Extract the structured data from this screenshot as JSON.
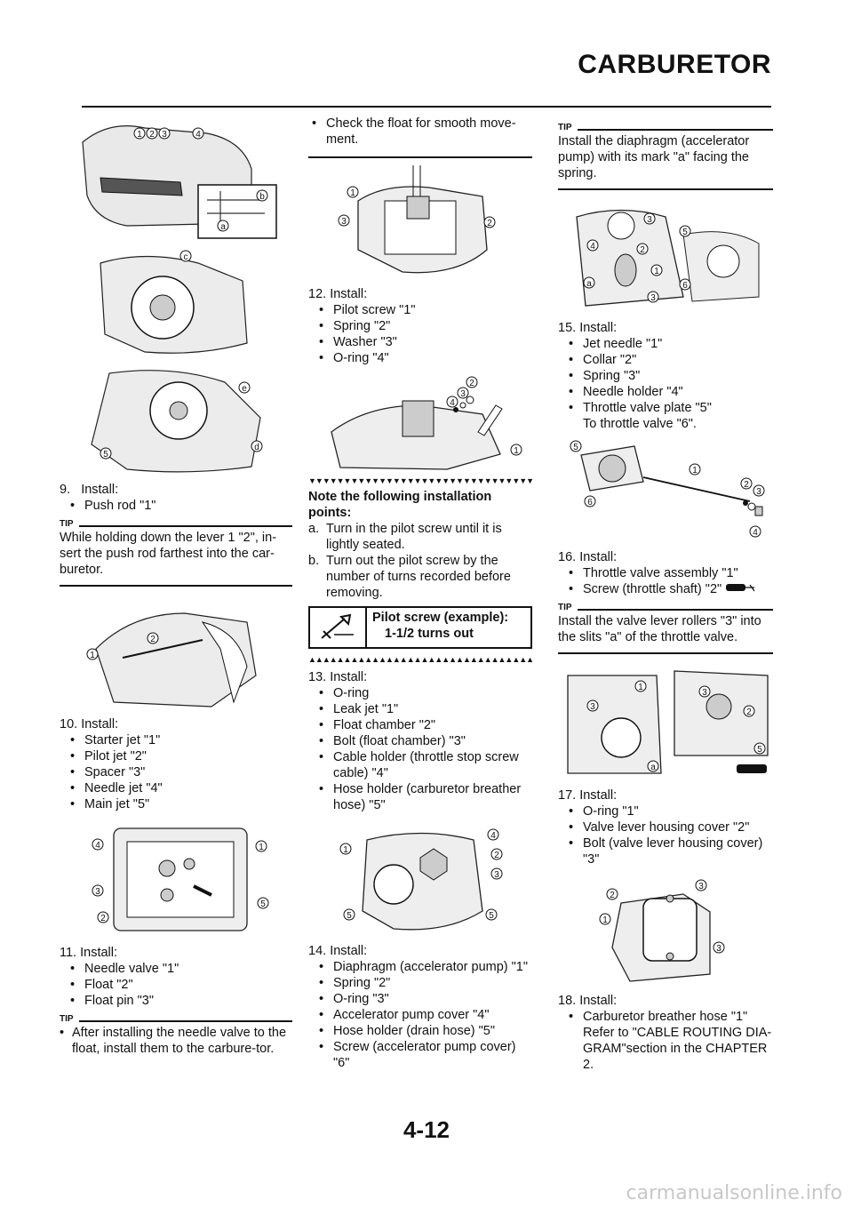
{
  "header": {
    "title": "CARBURETOR"
  },
  "page_number": "4-12",
  "watermark": "carmanualsonline.info",
  "col1": {
    "step9": {
      "num": "9.",
      "title": "Install:",
      "items": [
        "Push rod \"1\""
      ]
    },
    "tip1": {
      "label": "TIP",
      "text": "While holding down the lever 1 \"2\", in-sert the push rod farthest into the car-buretor."
    },
    "step10": {
      "num": "10.",
      "title": "Install:",
      "items": [
        "Starter jet \"1\"",
        "Pilot jet \"2\"",
        "Spacer \"3\"",
        "Needle jet \"4\"",
        "Main jet \"5\""
      ]
    },
    "step11": {
      "num": "11.",
      "title": "Install:",
      "items": [
        "Needle valve \"1\"",
        "Float \"2\"",
        "Float pin \"3\""
      ]
    },
    "tip2": {
      "label": "TIP",
      "items": [
        "After installing the needle valve to the float, install them to the carbure-tor."
      ]
    }
  },
  "col2": {
    "check": "Check the float for smooth move-ment.",
    "step12": {
      "num": "12.",
      "title": "Install:",
      "items": [
        "Pilot screw \"1\"",
        "Spring \"2\"",
        "Washer \"3\"",
        "O-ring \"4\""
      ]
    },
    "note_title": "Note the following installation points:",
    "note_items": [
      {
        "letter": "a.",
        "text": "Turn in the pilot screw until it is lightly seated."
      },
      {
        "letter": "b.",
        "text": "Turn out the pilot screw by the number of turns recorded before removing."
      }
    ],
    "spec": {
      "label": "Pilot screw (example):",
      "value": "1-1/2 turns out"
    },
    "step13": {
      "num": "13.",
      "title": "Install:",
      "items": [
        "O-ring",
        "Leak jet \"1\"",
        "Float chamber \"2\"",
        "Bolt (float chamber) \"3\"",
        "Cable holder (throttle stop screw cable) \"4\"",
        "Hose holder (carburetor breather hose) \"5\""
      ]
    },
    "step14": {
      "num": "14.",
      "title": "Install:",
      "items": [
        "Diaphragm (accelerator pump) \"1\"",
        "Spring \"2\"",
        "O-ring \"3\"",
        "Accelerator pump cover \"4\"",
        "Hose holder (drain hose) \"5\"",
        "Screw (accelerator pump cover) \"6\""
      ]
    }
  },
  "col3": {
    "tip3": {
      "label": "TIP",
      "text": "Install the diaphragm (accelerator pump) with its mark \"a\" facing the spring."
    },
    "step15": {
      "num": "15.",
      "title": "Install:",
      "items": [
        "Jet needle \"1\"",
        "Collar \"2\"",
        "Spring \"3\"",
        "Needle holder \"4\"",
        "Throttle valve plate \"5\""
      ],
      "extra": "To throttle valve \"6\"."
    },
    "step16": {
      "num": "16.",
      "title": "Install:",
      "items": [
        "Throttle valve assembly \"1\"",
        "Screw (throttle shaft) \"2\""
      ]
    },
    "tip4": {
      "label": "TIP",
      "text": "Install the valve lever rollers \"3\" into the slits \"a\" of the throttle valve."
    },
    "step17": {
      "num": "17.",
      "title": "Install:",
      "items": [
        "O-ring \"1\"",
        "Valve lever housing cover \"2\"",
        "Bolt (valve lever housing cover) \"3\""
      ]
    },
    "step18": {
      "num": "18.",
      "title": "Install:",
      "items": [
        "Carburetor breather hose \"1\""
      ],
      "extra": "Refer to \"CABLE ROUTING DIA-GRAM\"section in the CHAPTER 2."
    }
  },
  "figure_labels": {
    "fig1": [
      "1",
      "2",
      "3",
      "4",
      "a",
      "b"
    ],
    "fig2": [
      "c"
    ],
    "fig3": [
      "e",
      "d",
      "5"
    ],
    "fig4": [
      "1",
      "2"
    ],
    "fig5": [
      "4",
      "1",
      "3",
      "5",
      "2"
    ],
    "fig6": [
      "1",
      "3",
      "2"
    ],
    "fig7": [
      "2",
      "3",
      "4",
      "1"
    ],
    "fig8": [
      "1",
      "4",
      "2",
      "3",
      "5",
      "5"
    ],
    "fig9": [
      "3",
      "4",
      "2",
      "5",
      "1",
      "a",
      "3",
      "6"
    ],
    "fig10": [
      "5",
      "1",
      "2",
      "3",
      "6",
      "4"
    ],
    "fig11": [
      "1",
      "3",
      "3",
      "2",
      "a",
      "5"
    ],
    "fig12": [
      "2",
      "3",
      "1",
      "3"
    ]
  }
}
